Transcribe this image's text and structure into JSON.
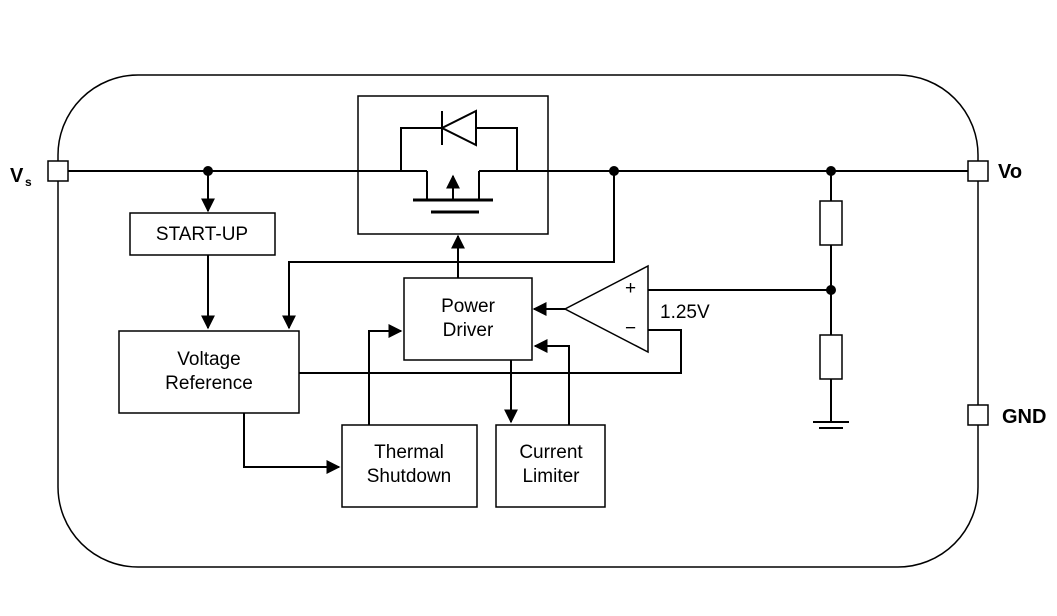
{
  "pins": {
    "vs_main": "V",
    "vs_sub": "s",
    "vo": "Vo",
    "gnd": "GND"
  },
  "blocks": {
    "startup": "START-UP",
    "voltage_reference": [
      "Voltage",
      "Reference"
    ],
    "power_driver": [
      "Power",
      "Driver"
    ],
    "thermal_shutdown": [
      "Thermal",
      "Shutdown"
    ],
    "current_limiter": [
      "Current",
      "Limiter"
    ]
  },
  "comparator": {
    "plus": "+",
    "minus": "−",
    "reference_voltage": "1.25V"
  }
}
